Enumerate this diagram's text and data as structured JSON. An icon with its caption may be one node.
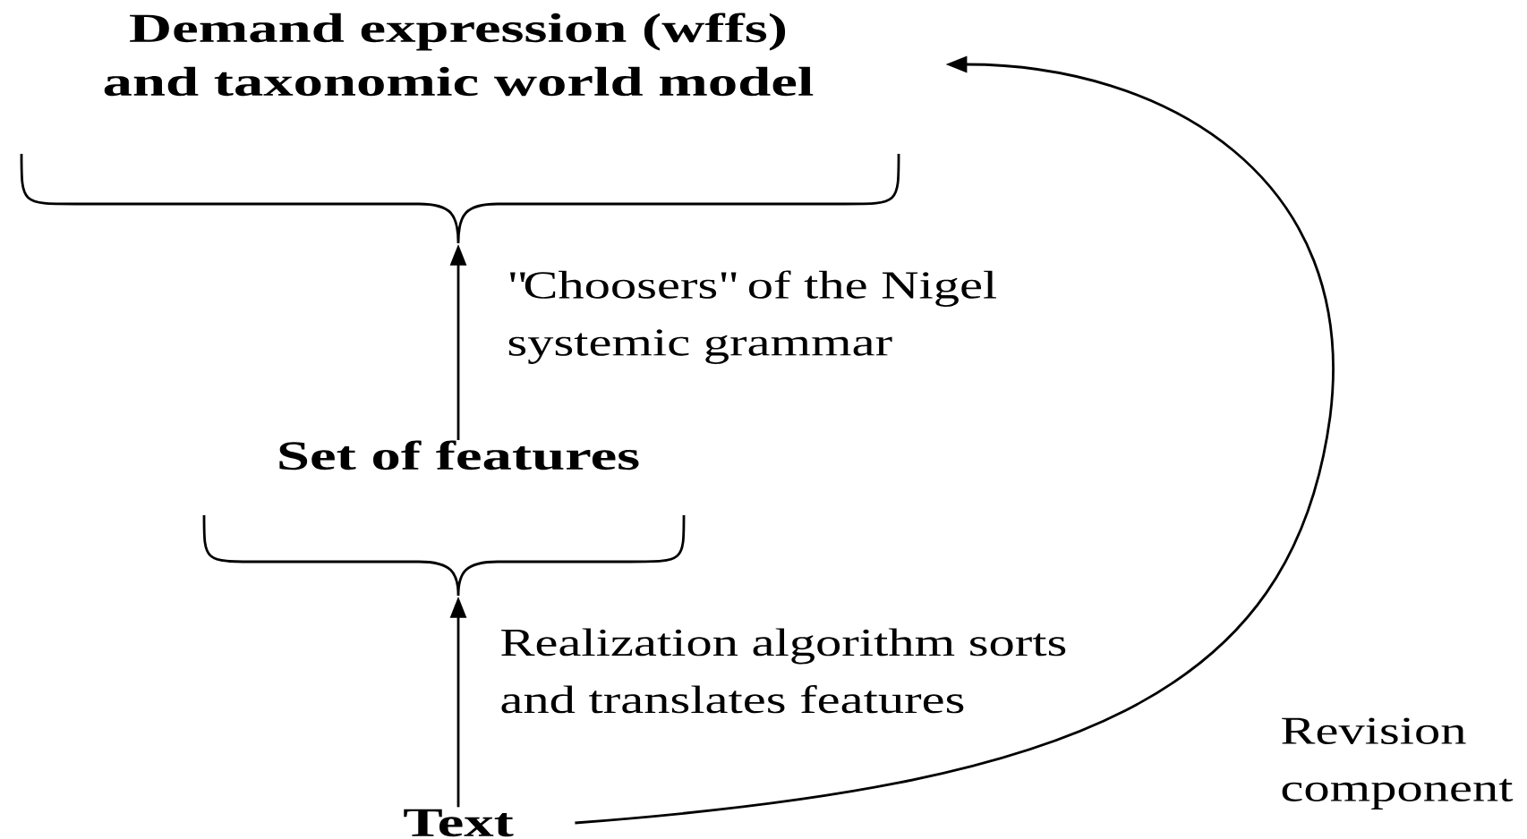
{
  "diagram": {
    "nodes": [
      {
        "text": [
          "Demand expression (wffs) and taxonomic world model"
        ]
      },
      {
        "text": [
          "Set of features"
        ]
      },
      {
        "text": [
          "Text"
        ]
      }
    ],
    "edges": [
      {
        "from": 2,
        "to": 1,
        "arrow": "to",
        "label": "Realization algorithm sorts and translates features"
      },
      {
        "from": 1,
        "to": 0,
        "arrow": "to",
        "label": "\"Choosers\" of the Nigel systemic grammar"
      },
      {
        "from": 2,
        "to": 0,
        "arrow": "to",
        "label": "Revision component"
      }
    ]
  }
}
